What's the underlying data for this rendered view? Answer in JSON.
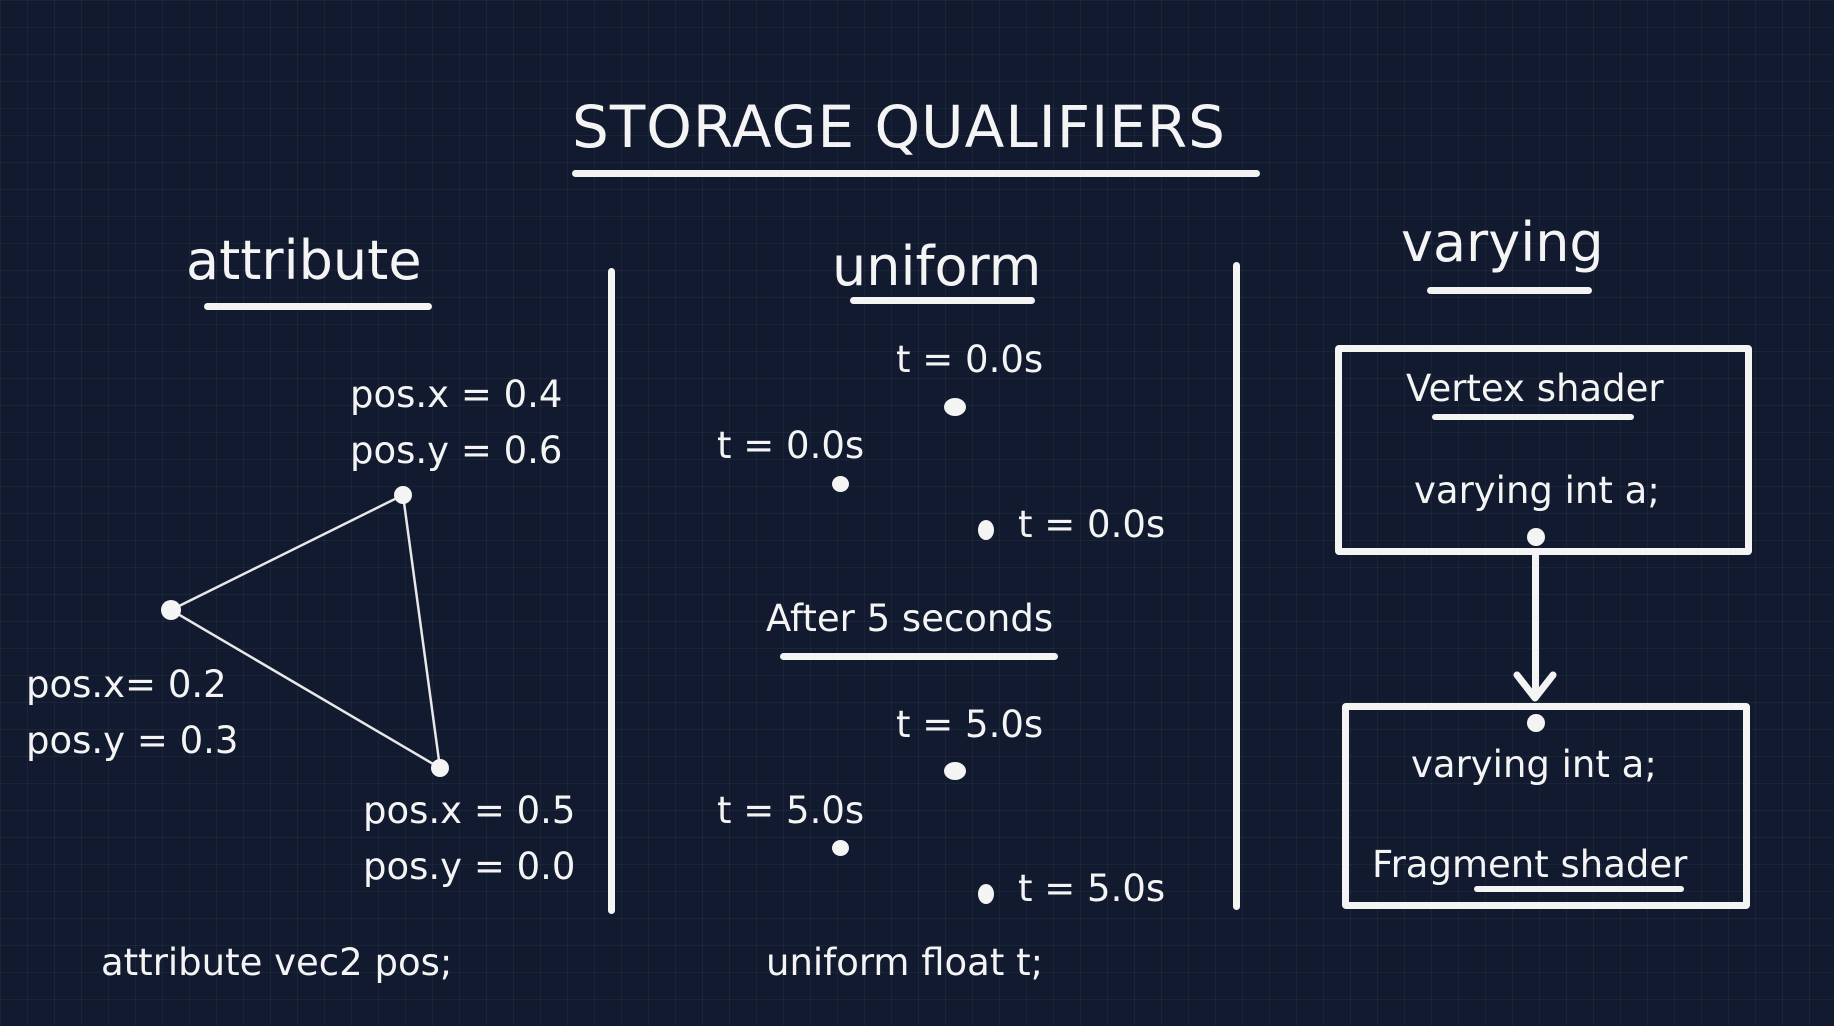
{
  "title": "STORAGE QUALIFIERS",
  "columns": {
    "attribute": {
      "heading": "attribute",
      "vertex_top": [
        "pos.x = 0.4",
        "pos.y = 0.6"
      ],
      "vertex_left": [
        "pos.x= 0.2",
        "pos.y = 0.3"
      ],
      "vertex_bottom": [
        "pos.x = 0.5",
        "pos.y = 0.0"
      ],
      "declaration": "attribute vec2 pos;"
    },
    "uniform": {
      "heading": "uniform",
      "before": [
        "t = 0.0s",
        "t = 0.0s",
        "t = 0.0s"
      ],
      "separator": "After 5 seconds",
      "after": [
        "t = 5.0s",
        "t = 5.0s",
        "t = 5.0s"
      ],
      "declaration": "uniform float t;"
    },
    "varying": {
      "heading": "varying",
      "vertex_box": {
        "title": "Vertex shader",
        "code": "varying int a;"
      },
      "fragment_box": {
        "code": "varying int a;",
        "title": "Fragment shader"
      }
    }
  },
  "colors": {
    "background": "#111a2e",
    "ink": "#f4f4f4"
  }
}
